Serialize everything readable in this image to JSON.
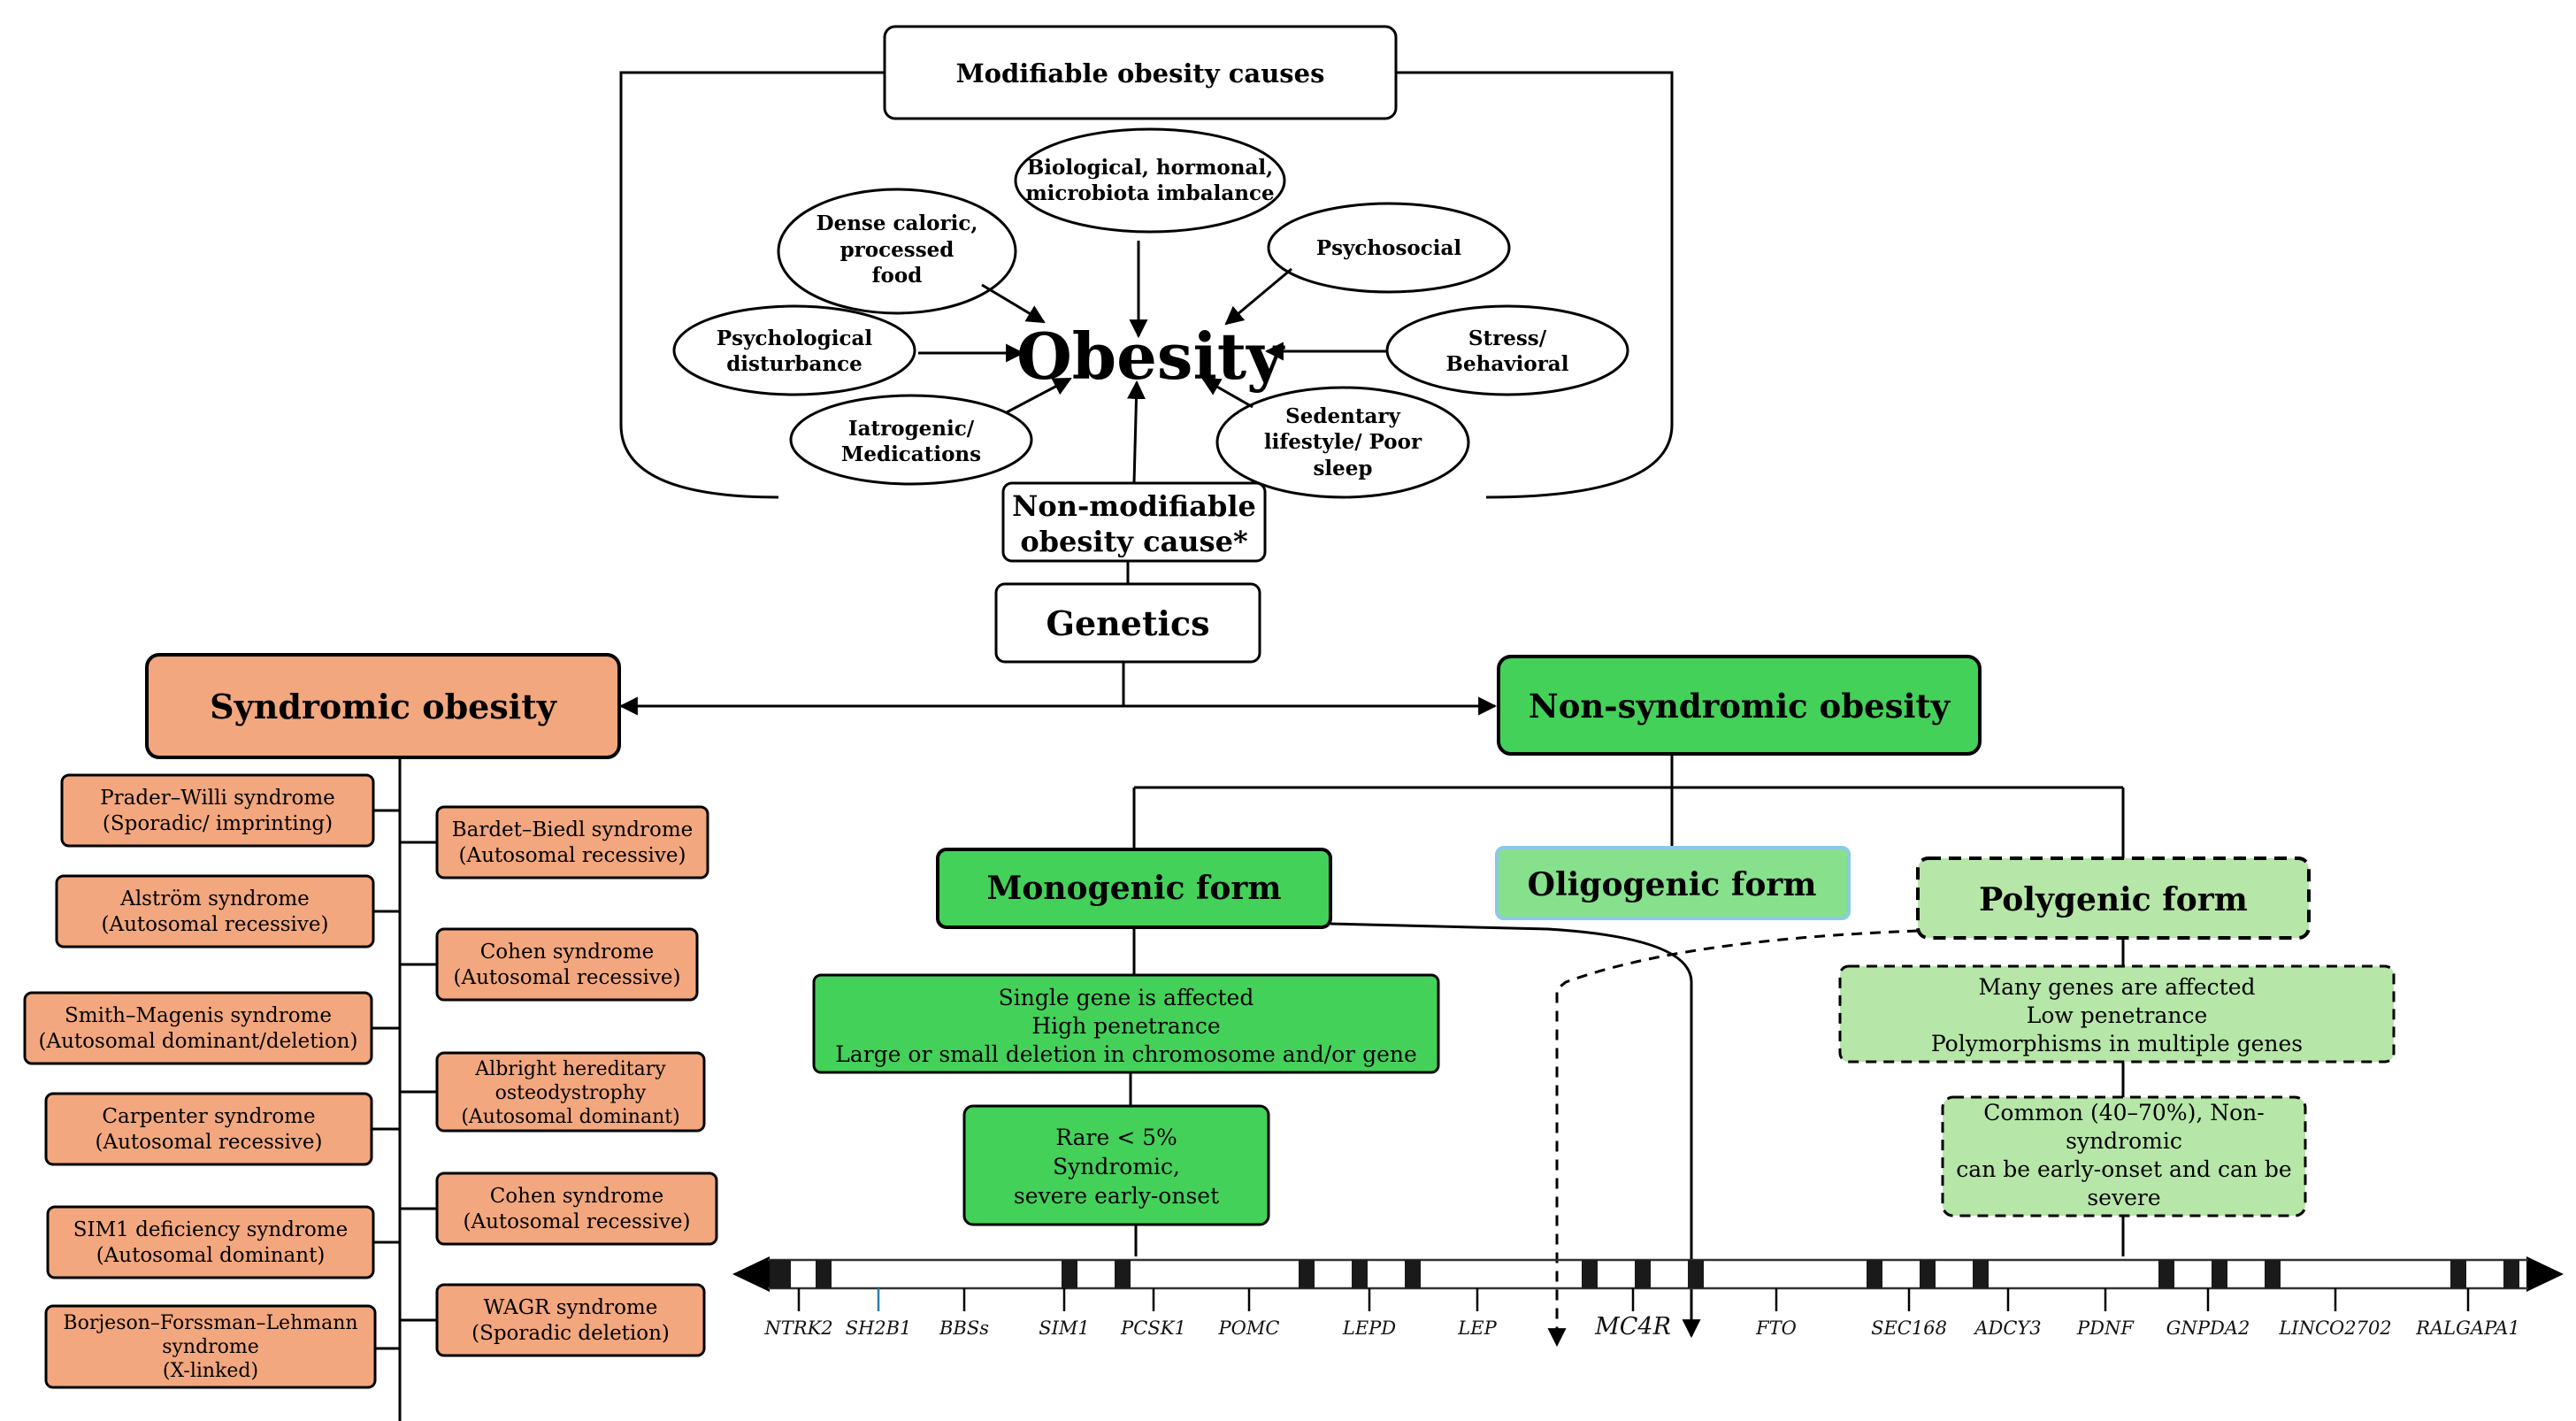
{
  "colors": {
    "syndromic_fill": "#f2a77e",
    "green_fill": "#44d15a",
    "oligo_fill": "#86e08c",
    "poly_fill": "#b6e6a8",
    "line": "#000000"
  },
  "modifiable": {
    "title": "Modifiable obesity causes",
    "center": "Obesity",
    "factors": {
      "bio_1": "Biological, hormonal,",
      "bio_2": "microbiota imbalance",
      "dense_1": "Dense caloric,",
      "dense_2": "processed",
      "dense_3": "food",
      "psychosocial": "Psychosocial",
      "psychological_1": "Psychological",
      "psychological_2": "disturbance",
      "stress_1": "Stress/",
      "stress_2": "Behavioral",
      "iatrogenic_1": "Iatrogenic/",
      "iatrogenic_2": "Medications",
      "sedentary_1": "Sedentary",
      "sedentary_2": "lifestyle/ Poor",
      "sedentary_3": "sleep"
    }
  },
  "non_modifiable": {
    "line1": "Non-modifiable",
    "line2": "obesity cause*",
    "genetics": "Genetics"
  },
  "syndromic": {
    "title": "Syndromic obesity",
    "left": [
      {
        "name": "Prader–Willi syndrome",
        "type": "(Sporadic/ imprinting)"
      },
      {
        "name": "Alström syndrome",
        "type": "(Autosomal recessive)"
      },
      {
        "name": "Smith–Magenis syndrome",
        "type": "(Autosomal dominant/deletion)"
      },
      {
        "name": "Carpenter syndrome",
        "type": "(Autosomal recessive)"
      },
      {
        "name": "SIM1 deficiency syndrome",
        "type": "(Autosomal dominant)"
      }
    ],
    "borjeson": {
      "line1": "Borjeson–Forssman–Lehmann",
      "line2": "syndrome",
      "line3": "(X-linked)"
    },
    "right": [
      {
        "name": "Bardet–Biedl syndrome",
        "type": "(Autosomal recessive)"
      },
      {
        "name": "Cohen syndrome",
        "type": "(Autosomal recessive)"
      },
      {
        "name": "Cohen syndrome",
        "type": "(Autosomal recessive)"
      },
      {
        "name": "WAGR syndrome",
        "type": "(Sporadic deletion)"
      }
    ],
    "albright": {
      "line1": "Albright hereditary",
      "line2": "osteodystrophy",
      "line3": "(Autosomal dominant)"
    }
  },
  "non_syndromic": {
    "title": "Non-syndromic obesity",
    "monogenic": {
      "title": "Monogenic form",
      "desc_1": "Single gene is affected",
      "desc_2": "High penetrance",
      "desc_3": "Large or small deletion in chromosome and/or gene",
      "prev_1": "Rare < 5%",
      "prev_2": "Syndromic,",
      "prev_3": "severe early-onset"
    },
    "oligogenic": {
      "title": "Oligogenic form"
    },
    "polygenic": {
      "title": "Polygenic form",
      "desc_1": "Many genes are affected",
      "desc_2": "Low penetrance",
      "desc_3": "Polymorphisms in multiple genes",
      "prev_1": "Common (40–70%), Non-",
      "prev_2": "syndromic",
      "prev_3": "can be early-onset and can be",
      "prev_4": "severe"
    }
  },
  "genes": [
    "NTRK2",
    "SH2B1",
    "BBSs",
    "SIM1",
    "PCSK1",
    "POMC",
    "LEPD",
    "LEP",
    "MC4R",
    "FTO",
    "SEC168",
    "ADCY3",
    "PDNF",
    "GNPDA2",
    "LINCO2702",
    "RALGAPA1"
  ]
}
